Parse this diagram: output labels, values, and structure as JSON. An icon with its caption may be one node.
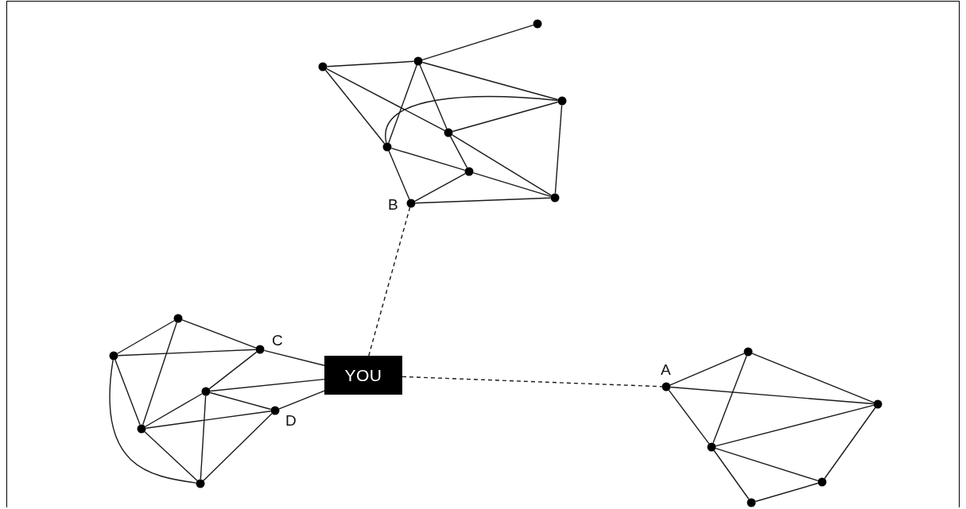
{
  "diagram": {
    "nodes": [
      {
        "text": [],
        "shape": "circle"
      },
      {
        "text": [],
        "shape": "circle"
      },
      {
        "text": [],
        "shape": "circle"
      },
      {
        "text": [],
        "shape": "circle"
      },
      {
        "text": [],
        "shape": "circle"
      },
      {
        "text": [],
        "shape": "circle"
      },
      {
        "text": [],
        "shape": "circle"
      },
      {
        "text": [],
        "shape": "circle"
      },
      {
        "text": [],
        "shape": "circle",
        "beside": [
          "B"
        ]
      },
      {
        "text": [
          "YOU"
        ]
      },
      {
        "text": [],
        "shape": "circle"
      },
      {
        "text": [],
        "shape": "circle",
        "beside": [
          "C"
        ]
      },
      {
        "text": [],
        "shape": "circle"
      },
      {
        "text": [],
        "shape": "circle"
      },
      {
        "text": [],
        "shape": "circle",
        "beside": [
          "D"
        ]
      },
      {
        "text": [],
        "shape": "circle"
      },
      {
        "text": [],
        "shape": "circle"
      },
      {
        "text": [],
        "shape": "circle"
      },
      {
        "text": [],
        "shape": "circle",
        "beside": [
          "A"
        ]
      },
      {
        "text": [],
        "shape": "circle"
      },
      {
        "text": [],
        "shape": "circle"
      },
      {
        "text": [],
        "shape": "circle"
      },
      {
        "text": [],
        "shape": "circle"
      }
    ],
    "edges": [
      {
        "from": 2,
        "to": 1,
        "arrow": "none"
      },
      {
        "from": 1,
        "to": 0,
        "arrow": "none"
      },
      {
        "from": 1,
        "to": 3,
        "arrow": "none"
      },
      {
        "from": 1,
        "to": 4,
        "arrow": "none"
      },
      {
        "from": 1,
        "to": 5,
        "arrow": "none"
      },
      {
        "from": 0,
        "to": 4,
        "arrow": "none"
      },
      {
        "from": 0,
        "to": 5,
        "arrow": "none"
      },
      {
        "from": 5,
        "to": 3,
        "arrow": "none"
      },
      {
        "from": 4,
        "to": 3,
        "arrow": "none"
      },
      {
        "from": 4,
        "to": 6,
        "arrow": "none"
      },
      {
        "from": 4,
        "to": 7,
        "arrow": "none"
      },
      {
        "from": 5,
        "to": 6,
        "arrow": "none"
      },
      {
        "from": 5,
        "to": 8,
        "arrow": "none"
      },
      {
        "from": 6,
        "to": 7,
        "arrow": "none"
      },
      {
        "from": 8,
        "to": 6,
        "arrow": "none"
      },
      {
        "from": 8,
        "to": 7,
        "arrow": "none"
      },
      {
        "from": 3,
        "to": 7,
        "arrow": "none"
      },
      {
        "from": 9,
        "to": 8,
        "arrow": "none",
        "style": "dashed"
      },
      {
        "from": 9,
        "to": 18,
        "arrow": "none",
        "style": "dashed"
      },
      {
        "from": 10,
        "to": 11,
        "arrow": "none"
      },
      {
        "from": 10,
        "to": 12,
        "arrow": "none"
      },
      {
        "from": 10,
        "to": 15,
        "arrow": "none"
      },
      {
        "from": 12,
        "to": 11,
        "arrow": "none"
      },
      {
        "from": 12,
        "to": 15,
        "arrow": "none"
      },
      {
        "from": 12,
        "to": 16,
        "arrow": "none"
      },
      {
        "from": 11,
        "to": 13,
        "arrow": "none"
      },
      {
        "from": 11,
        "to": 9,
        "arrow": "none"
      },
      {
        "from": 13,
        "to": 9,
        "arrow": "none"
      },
      {
        "from": 14,
        "to": 9,
        "arrow": "none"
      },
      {
        "from": 13,
        "to": 14,
        "arrow": "none"
      },
      {
        "from": 13,
        "to": 15,
        "arrow": "none"
      },
      {
        "from": 13,
        "to": 16,
        "arrow": "none"
      },
      {
        "from": 15,
        "to": 14,
        "arrow": "none"
      },
      {
        "from": 15,
        "to": 16,
        "arrow": "none"
      },
      {
        "from": 14,
        "to": 16,
        "arrow": "none"
      },
      {
        "from": 18,
        "to": 17,
        "arrow": "none"
      },
      {
        "from": 17,
        "to": 20,
        "arrow": "none"
      },
      {
        "from": 17,
        "to": 19,
        "arrow": "none"
      },
      {
        "from": 18,
        "to": 19,
        "arrow": "none"
      },
      {
        "from": 18,
        "to": 20,
        "arrow": "none"
      },
      {
        "from": 20,
        "to": 19,
        "arrow": "none"
      },
      {
        "from": 20,
        "to": 21,
        "arrow": "none"
      },
      {
        "from": 20,
        "to": 22,
        "arrow": "none"
      },
      {
        "from": 22,
        "to": 21,
        "arrow": "none"
      },
      {
        "from": 21,
        "to": 19,
        "arrow": "none"
      }
    ]
  }
}
